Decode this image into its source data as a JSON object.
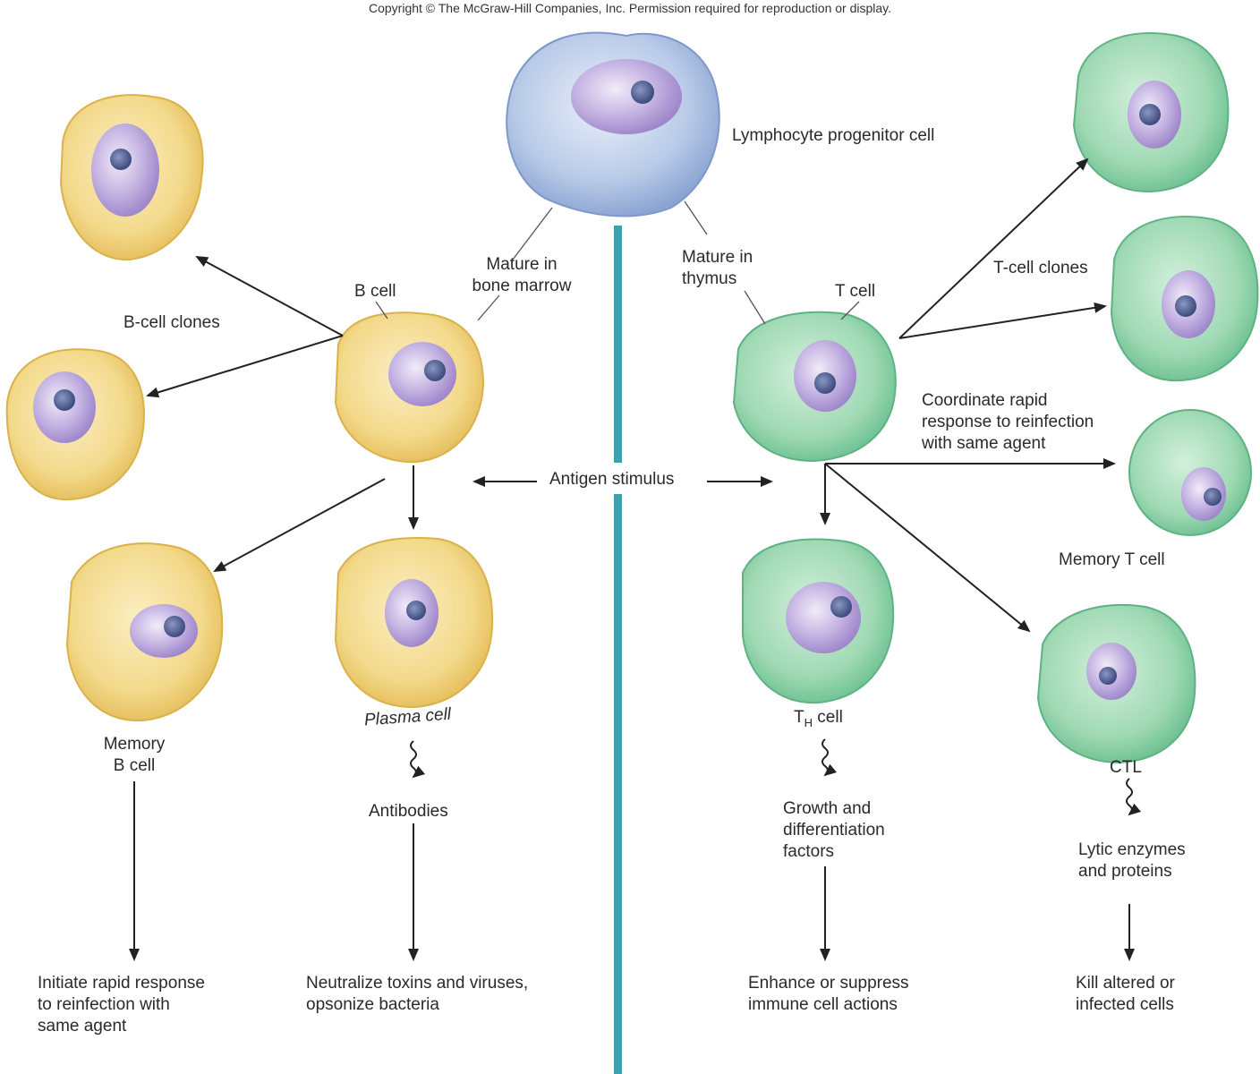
{
  "copyright": "Copyright © The McGraw-Hill Companies, Inc. Permission required for reproduction or display.",
  "labels": {
    "progenitor": "Lymphocyte progenitor cell",
    "mature_bone_1": "Mature in",
    "mature_bone_2": "bone marrow",
    "mature_thymus_1": "Mature in",
    "mature_thymus_2": "thymus",
    "b_cell": "B cell",
    "t_cell": "T cell",
    "b_clones": "B-cell clones",
    "t_clones": "T-cell clones",
    "antigen": "Antigen stimulus",
    "coord_1": "Coordinate rapid",
    "coord_2": "response to reinfection",
    "coord_3": "with same agent",
    "memory_t": "Memory T cell",
    "memory_b_1": "Memory",
    "memory_b_2": "B cell",
    "plasma": "Plasma cell",
    "th_main": "T",
    "th_sub": "H",
    "th_rest": " cell",
    "ctl": "CTL",
    "antibodies": "Antibodies",
    "growth_1": "Growth and",
    "growth_2": "differentiation",
    "growth_3": "factors",
    "lytic_1": "Lytic enzymes",
    "lytic_2": "and proteins",
    "initiate_1": "Initiate rapid response",
    "initiate_2": "to reinfection with",
    "initiate_3": "same agent",
    "neutralize_1": "Neutralize toxins and viruses,",
    "neutralize_2": "opsonize bacteria",
    "enhance_1": "Enhance or suppress",
    "enhance_2": "immune cell actions",
    "kill_1": "Kill altered or",
    "kill_2": "infected cells"
  },
  "colors": {
    "b_cell_fill": "#f3d98a",
    "b_cell_edge": "#d9b24a",
    "t_cell_fill": "#9fd9b4",
    "t_cell_edge": "#5fb284",
    "progenitor_fill": "#b9cbe8",
    "progenitor_edge": "#7f98c9",
    "nucleus": "#b9a6db",
    "nucleolus": "#4c5a8c",
    "divider": "#3aa3ad",
    "arrow": "#222222"
  }
}
